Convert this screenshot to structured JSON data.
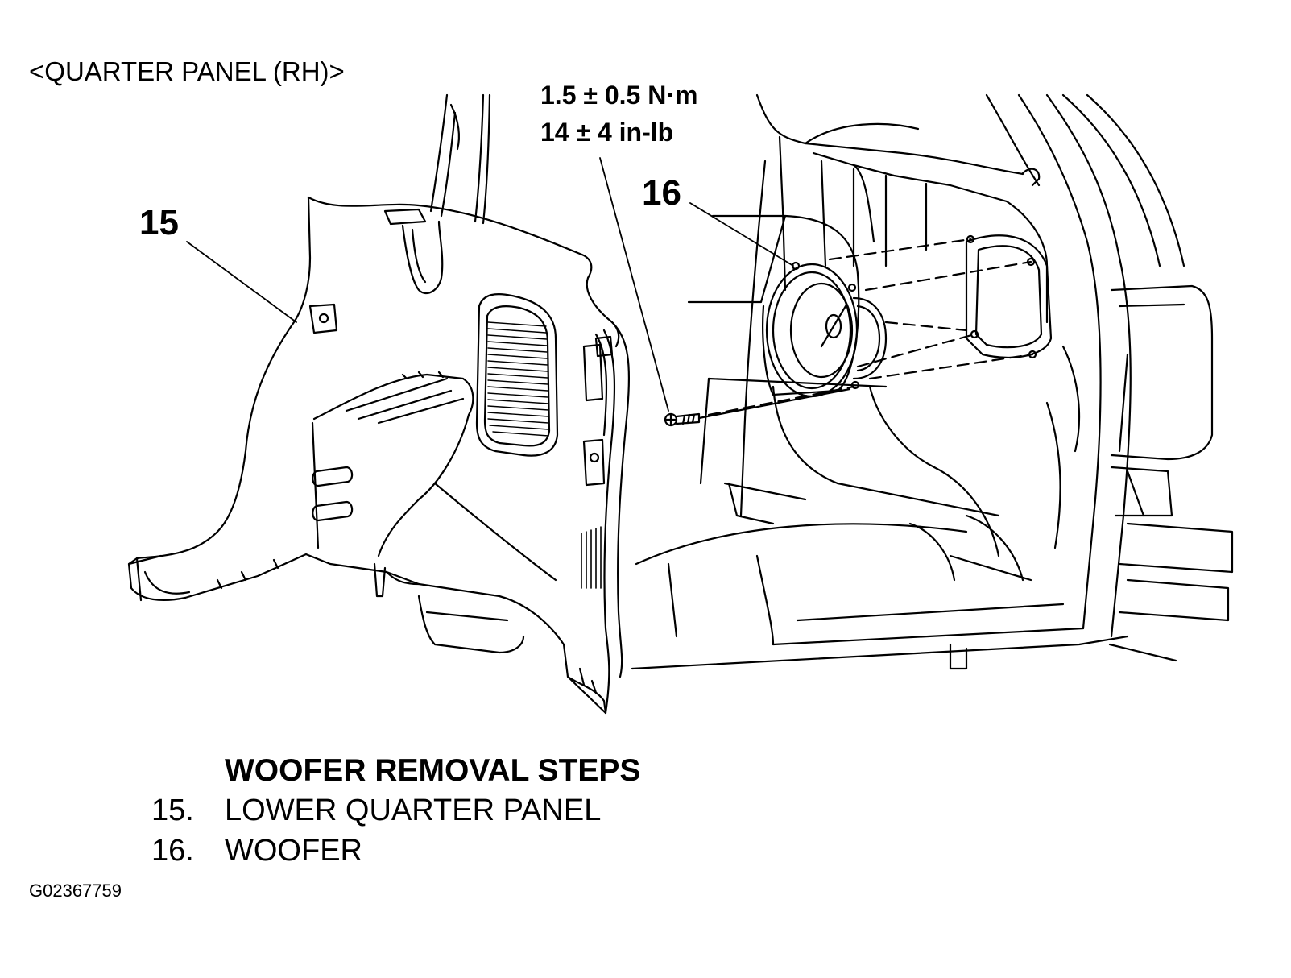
{
  "view_title": "<QUARTER PANEL (RH)>",
  "torque": {
    "metric": "1.5 ± 0.5 N·m",
    "imperial": "14 ± 4 in-lb"
  },
  "callouts": {
    "panel": "15",
    "woofer": "16"
  },
  "removal_steps": {
    "title": "WOOFER REMOVAL STEPS",
    "steps": [
      {
        "number": "15.",
        "label": "LOWER QUARTER PANEL"
      },
      {
        "number": "16.",
        "label": "WOOFER"
      }
    ]
  },
  "figure_code": "G02367759",
  "colors": {
    "line": "#000000",
    "background": "#ffffff"
  }
}
